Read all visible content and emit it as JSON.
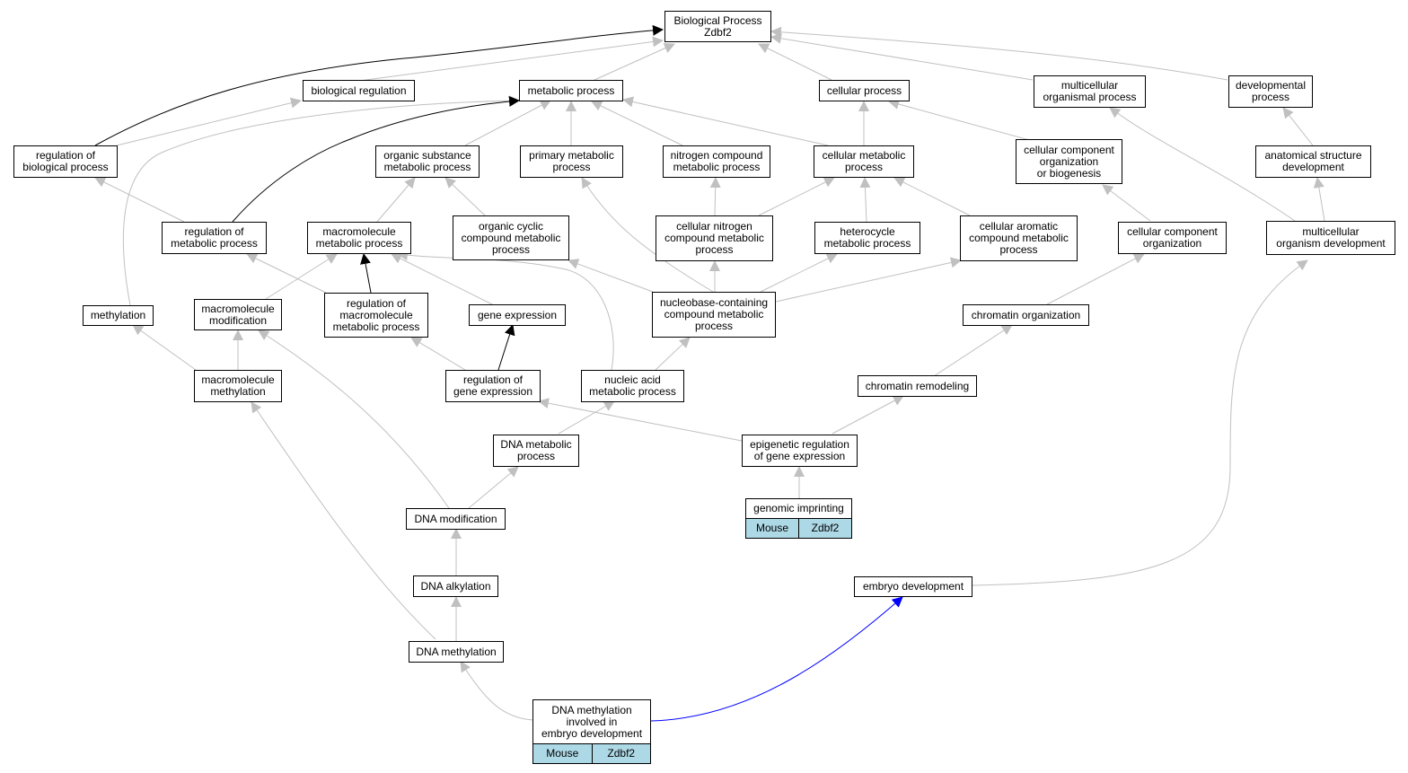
{
  "nodes": {
    "bp": "Biological Process\nZdbf2",
    "biological_regulation": "biological regulation",
    "metabolic_process": "metabolic process",
    "cellular_process": "cellular process",
    "multicellular_organismal_process": "multicellular\norganismal process",
    "developmental_process": "developmental\nprocess",
    "regulation_of_biological_process": "regulation of\nbiological process",
    "organic_substance_metabolic_process": "organic substance\nmetabolic process",
    "primary_metabolic_process": "primary metabolic\nprocess",
    "nitrogen_compound_metabolic_process": "nitrogen compound\nmetabolic process",
    "cellular_metabolic_process": "cellular metabolic\nprocess",
    "cellular_component_organization_or_biogenesis": "cellular component\norganization\nor biogenesis",
    "anatomical_structure_development": "anatomical structure\ndevelopment",
    "regulation_of_metabolic_process": "regulation of\nmetabolic process",
    "macromolecule_metabolic_process": "macromolecule\nmetabolic process",
    "organic_cyclic_compound_metabolic_process": "organic cyclic\ncompound metabolic\nprocess",
    "cellular_nitrogen_compound_metabolic_process": "cellular nitrogen\ncompound metabolic\nprocess",
    "heterocycle_metabolic_process": "heterocycle\nmetabolic process",
    "cellular_aromatic_compound_metabolic_process": "cellular aromatic\ncompound metabolic\nprocess",
    "cellular_component_organization": "cellular component\norganization",
    "multicellular_organism_development": "multicellular\norganism development",
    "methylation": "methylation",
    "macromolecule_modification": "macromolecule\nmodification",
    "regulation_of_macromolecule_metabolic_process": "regulation of\nmacromolecule\nmetabolic process",
    "gene_expression": "gene expression",
    "nucleobase_containing_compound_metabolic_process": "nucleobase-containing\ncompound metabolic\nprocess",
    "chromatin_organization": "chromatin organization",
    "macromolecule_methylation": "macromolecule\nmethylation",
    "regulation_of_gene_expression": "regulation of\ngene expression",
    "nucleic_acid_metabolic_process": "nucleic acid\nmetabolic process",
    "chromatin_remodeling": "chromatin remodeling",
    "dna_metabolic_process": "DNA metabolic\nprocess",
    "epigenetic_regulation_of_gene_expression": "epigenetic regulation\nof gene expression",
    "dna_modification": "DNA modification",
    "dna_alkylation": "DNA alkylation",
    "embryo_development": "embryo development",
    "dna_methylation": "DNA methylation"
  },
  "leaf_nodes": {
    "genomic_imprinting": {
      "title": "genomic imprinting",
      "species": "Mouse",
      "gene": "Zdbf2"
    },
    "dna_methylation_embryo": {
      "title": "DNA methylation\ninvolved in\nembryo development",
      "species": "Mouse",
      "gene": "Zdbf2"
    }
  },
  "colors": {
    "default_edge": "#c0c0c0",
    "highlight_edge": "#000000",
    "embryo_edge": "#0000ff",
    "annotation_cell": "#add8e6"
  }
}
